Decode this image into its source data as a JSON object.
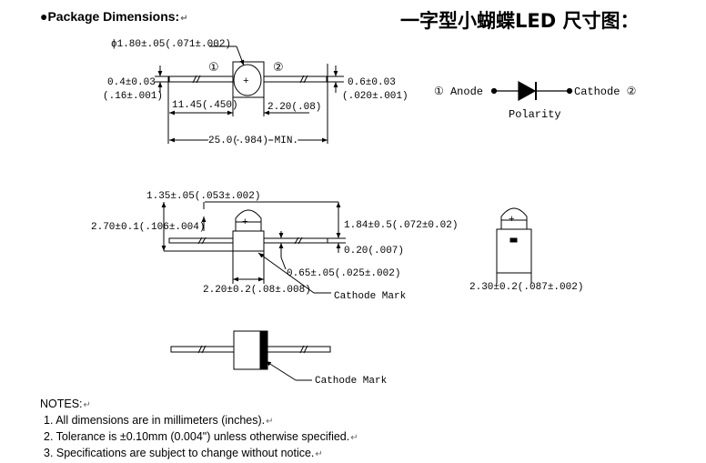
{
  "header": {
    "bullet": "●",
    "title": "Package Dimensions:",
    "mark": "↵"
  },
  "title_cn": "一字型小蝴蝶LED 尺寸图：",
  "top_view": {
    "lens_dia": "ϕ1.80±.05(.071±.002)",
    "pin1": "①",
    "pin2": "②",
    "lead_left_line1": "0.4±0.03",
    "lead_left_line2": "(.16±.001)",
    "lead_right_line1": "0.6±0.03",
    "lead_right_line2": "(.020±.001)",
    "left_length": "11.45(.450)",
    "right_length": "2.20(.08)",
    "total_length": "25.0(.984) MIN.",
    "lens_plus": "+"
  },
  "polarity": {
    "anode": "① Anode",
    "cathode": "Cathode ②",
    "label": "Polarity"
  },
  "side_view": {
    "top_offset": "1.35±.05(.053±.002)",
    "height": "2.70±0.1(.106±.004)",
    "lens_height": "1.84±0.5(.072±0.02)",
    "lead_thickness": "0.20(.007)",
    "lead_width": "0.65±.05(.025±.002)",
    "body_width": "2.20±0.2(.08±.008)",
    "cathode_mark": "Cathode Mark",
    "lens_plus": "+"
  },
  "end_view": {
    "width": "2.30±0.2(.087±.002)",
    "lens_plus": "+"
  },
  "bottom_view": {
    "cathode_mark": "Cathode Mark"
  },
  "notes": {
    "title": "NOTES:",
    "items": [
      "1. All dimensions are in millimeters (inches).",
      "2. Tolerance is ±0.10mm (0.004\") unless otherwise specified.",
      "3. Specifications are subject to change without notice."
    ],
    "mark": "↵"
  }
}
